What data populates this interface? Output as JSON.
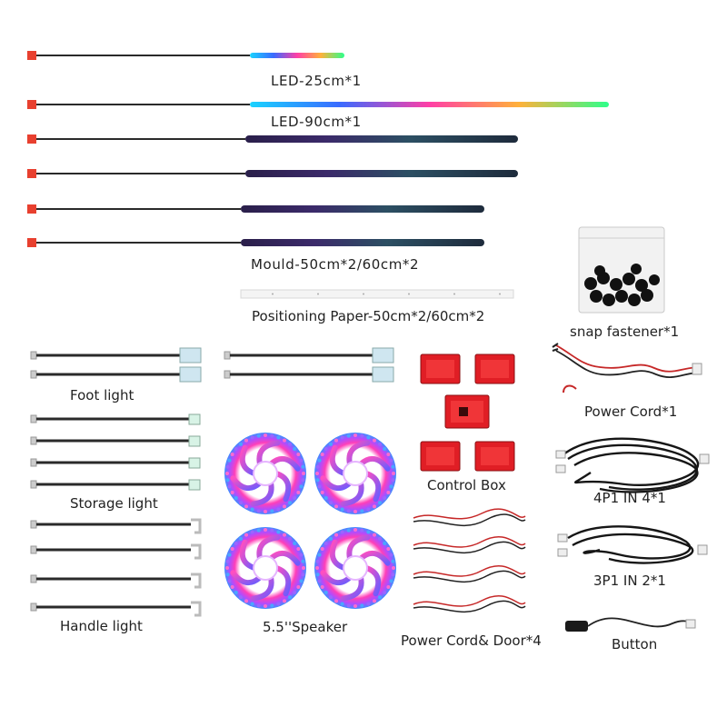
{
  "labels": {
    "led25": "LED-25cm*1",
    "led90": "LED-90cm*1",
    "mould": "Mould-50cm*2/60cm*2",
    "positioning_paper": "Positioning Paper-50cm*2/60cm*2",
    "snap_fastener": "snap fastener*1",
    "foot_light": "Foot light",
    "power_cord": "Power Cord*1",
    "storage_light": "Storage light",
    "control_box": "Control Box",
    "four_p1": "4P1 IN 4*1",
    "three_p1": "3P1 IN 2*1",
    "handle_light": "Handle light",
    "speaker": "5.5''Speaker",
    "power_cord_door": "Power Cord& Door*4",
    "button": "Button"
  },
  "colors": {
    "connector_red": "#e8402f",
    "cable": "#2a2a2a",
    "speaker_gradient": [
      "#ff3fb8",
      "#b04cff",
      "#3f8dff",
      "#ffffff"
    ],
    "led_gradient": [
      "#19d3ff",
      "#3a6bff",
      "#ff3fa6",
      "#ffb13a",
      "#2dff8a"
    ],
    "control_box_red": "#e01e25",
    "wire_red": "#c62828"
  },
  "icons": {
    "connector": "red-connector-icon",
    "speaker": "speaker-ring-icon",
    "bag": "snap-fastener-bag-icon",
    "button": "push-button-icon"
  }
}
